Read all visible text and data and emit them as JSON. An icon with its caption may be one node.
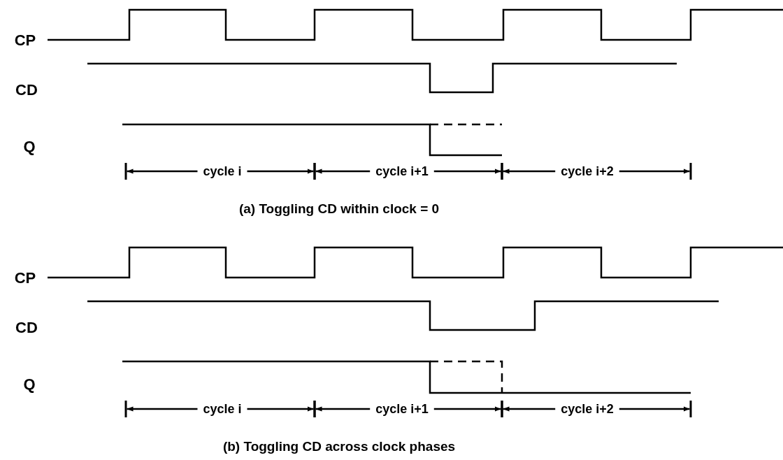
{
  "diagram": {
    "labels": [
      "CP",
      "CD",
      "Q",
      "cycle i",
      "cycle i+1",
      "cycle i+2",
      "(a) Toggling CD within clock = 0",
      "CP",
      "CD",
      "Q",
      "cycle i",
      "cycle i+1",
      "cycle i+2",
      "(b) Toggling CD across clock phases"
    ]
  }
}
